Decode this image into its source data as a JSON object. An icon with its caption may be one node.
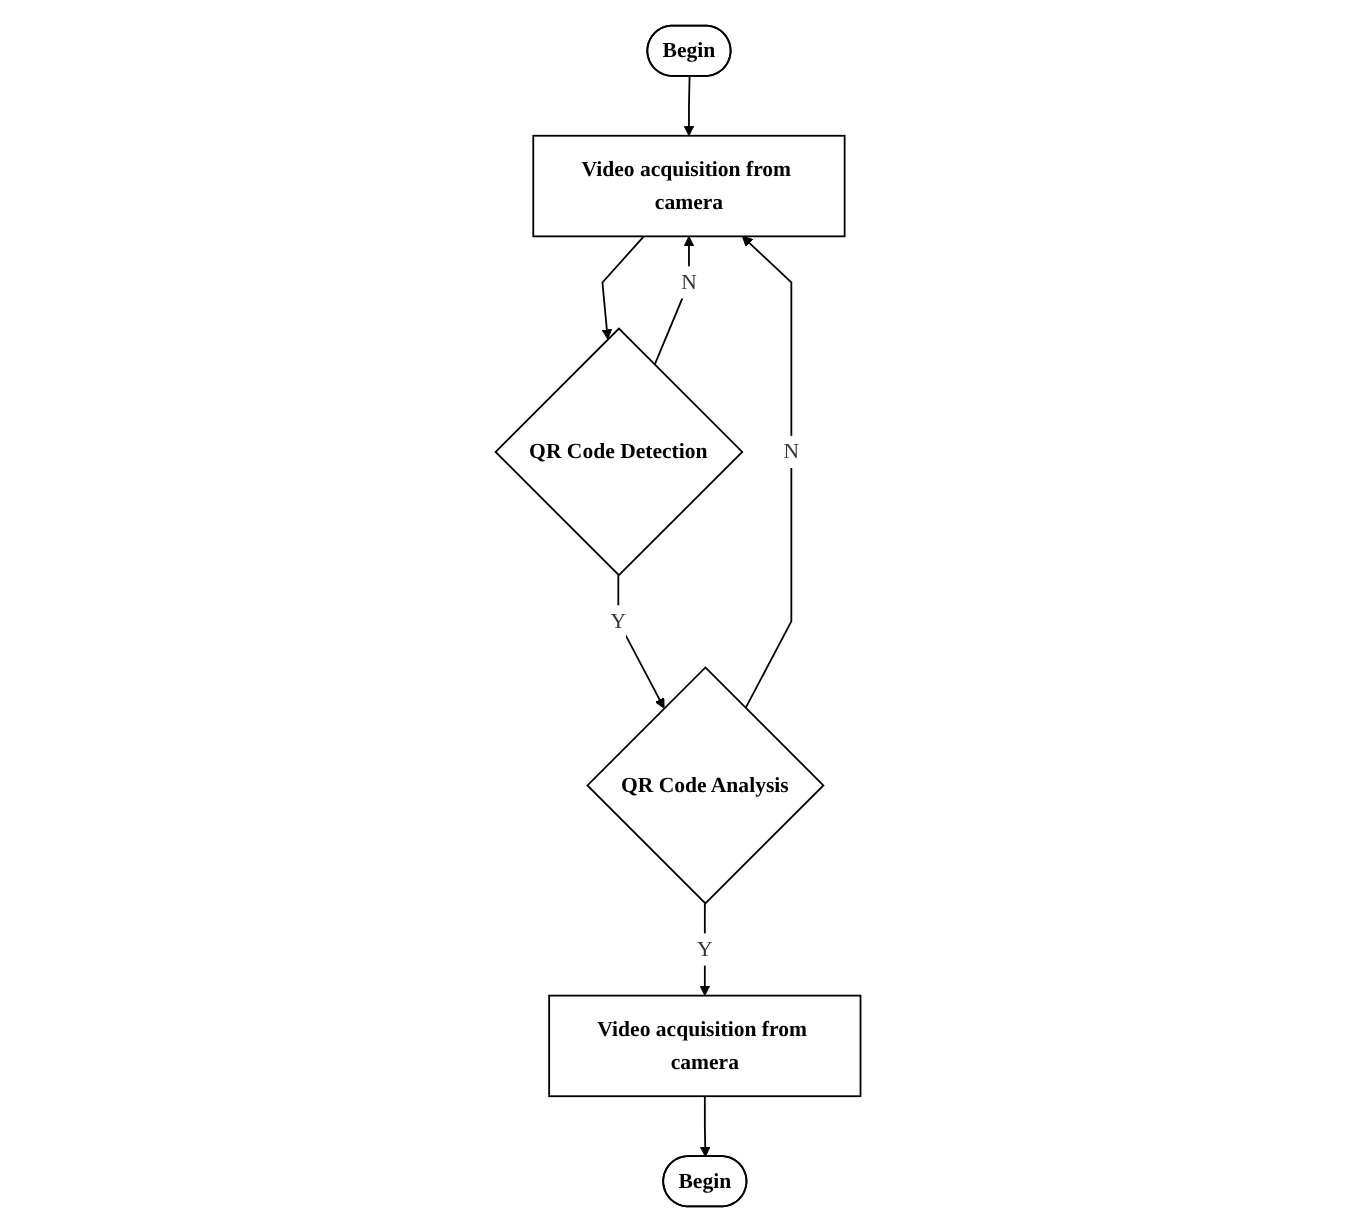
{
  "diagram": {
    "nodes": [
      {
        "text": [
          "Begin"
        ]
      },
      {
        "text": [
          "Video acquisition from camera"
        ]
      },
      {
        "text": [
          "QR Code Detection"
        ]
      },
      {
        "text": [
          "QR Code Analysis"
        ]
      },
      {
        "text": [
          "Video acquisition from camera"
        ]
      },
      {
        "text": [
          "Begin"
        ]
      }
    ],
    "edges": [
      {
        "from": 0,
        "to": 1,
        "arrow": "to"
      },
      {
        "from": 1,
        "to": 2,
        "arrow": "to"
      },
      {
        "from": 2,
        "to": 1,
        "arrow": "to",
        "label": "N"
      },
      {
        "from": 2,
        "to": 3,
        "arrow": "to",
        "label": "Y"
      },
      {
        "from": 3,
        "to": 1,
        "arrow": "to",
        "label": "N"
      },
      {
        "from": 3,
        "to": 4,
        "arrow": "to",
        "label": "Y"
      },
      {
        "from": 4,
        "to": 5,
        "arrow": "to"
      }
    ]
  }
}
